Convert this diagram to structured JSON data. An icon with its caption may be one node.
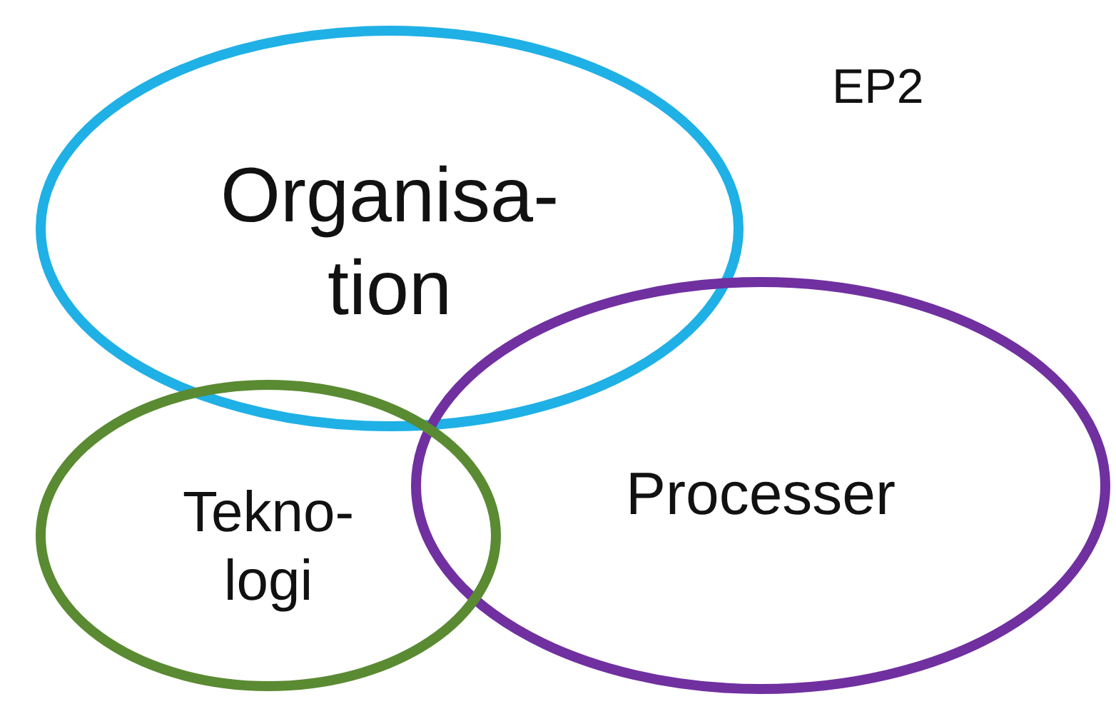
{
  "diagram": {
    "nodes": [
      {
        "text": [
          "Organisa- tion"
        ]
      },
      {
        "text": [
          "Processer"
        ]
      },
      {
        "text": [
          "Tekno- logi"
        ]
      }
    ],
    "labels": [
      "EP2"
    ]
  }
}
